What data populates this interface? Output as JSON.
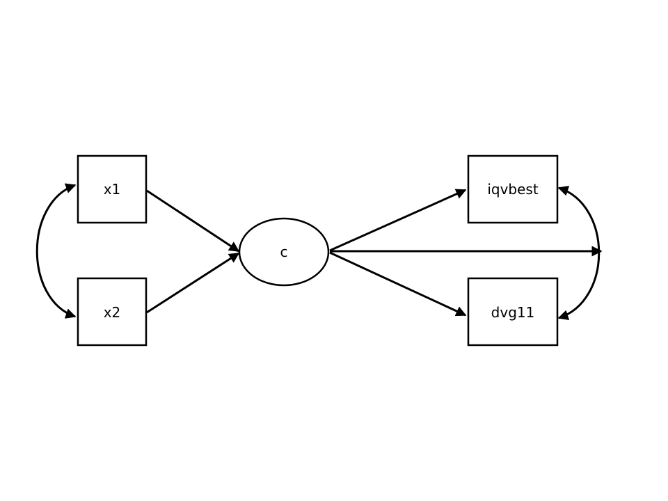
{
  "diagram": {
    "nodes": {
      "x1": {
        "label": "x1",
        "shape": "rectangle"
      },
      "x2": {
        "label": "x2",
        "shape": "rectangle"
      },
      "c": {
        "label": "c",
        "shape": "ellipse"
      },
      "iqvbest": {
        "label": "iqvbest",
        "shape": "rectangle"
      },
      "dvg11": {
        "label": "dvg11",
        "shape": "rectangle"
      }
    },
    "edges": [
      {
        "from": "x1",
        "to": "c",
        "type": "directed"
      },
      {
        "from": "x2",
        "to": "c",
        "type": "directed"
      },
      {
        "from": "c",
        "to": "iqvbest",
        "type": "directed"
      },
      {
        "from": "c",
        "to": "dvg11",
        "type": "directed"
      },
      {
        "from": "c",
        "to": "iqvbest-dvg11-covariance",
        "type": "directed"
      },
      {
        "from": "x1",
        "to": "x2",
        "type": "bidirectional"
      },
      {
        "from": "iqvbest",
        "to": "dvg11",
        "type": "bidirectional"
      }
    ],
    "colors": {
      "stroke": "#000000",
      "background": "#ffffff"
    }
  }
}
